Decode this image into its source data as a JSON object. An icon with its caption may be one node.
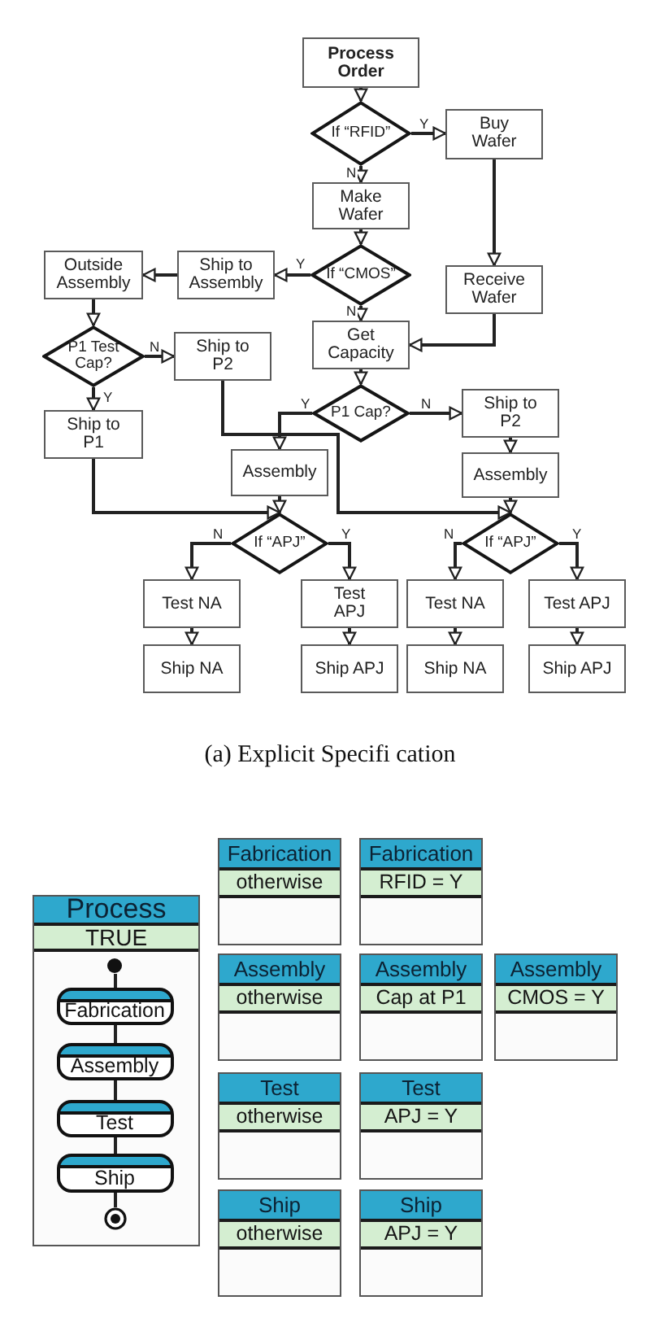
{
  "diagram": {
    "caption": "(a) Explicit Specifi cation",
    "nodes": [
      {
        "text": [
          "Process Order"
        ]
      },
      {
        "text": [
          "If “RFID”"
        ]
      },
      {
        "text": [
          "Buy Wafer"
        ]
      },
      {
        "text": [
          "Make Wafer"
        ]
      },
      {
        "text": [
          "If “CMOS”"
        ]
      },
      {
        "text": [
          "Receive Wafer"
        ]
      },
      {
        "text": [
          "Ship to Assembly"
        ]
      },
      {
        "text": [
          "Outside Assembly"
        ]
      },
      {
        "text": [
          "Get Capacity"
        ]
      },
      {
        "text": [
          "P1 Test Cap?"
        ]
      },
      {
        "text": [
          "Ship to P2"
        ]
      },
      {
        "text": [
          "P1 Cap?"
        ]
      },
      {
        "text": [
          "Ship to P2"
        ]
      },
      {
        "text": [
          "Ship to P1"
        ]
      },
      {
        "text": [
          "Assembly"
        ]
      },
      {
        "text": [
          "Assembly"
        ]
      },
      {
        "text": [
          "If “APJ”"
        ]
      },
      {
        "text": [
          "If “APJ”"
        ]
      },
      {
        "text": [
          "Test NA"
        ]
      },
      {
        "text": [
          "Test APJ"
        ]
      },
      {
        "text": [
          "Test NA"
        ]
      },
      {
        "text": [
          "Test APJ"
        ]
      },
      {
        "text": [
          "Ship NA"
        ]
      },
      {
        "text": [
          "Ship APJ"
        ]
      },
      {
        "text": [
          "Ship NA"
        ]
      },
      {
        "text": [
          "Ship APJ"
        ]
      },
      {
        "text": [
          "Process",
          "TRUE"
        ]
      },
      {
        "text": [],
        "shape": "circle",
        "in": 26
      },
      {
        "text": [
          "Fabrication"
        ],
        "in": 26
      },
      {
        "text": [
          "Assembly"
        ],
        "in": 26
      },
      {
        "text": [
          "Test"
        ],
        "in": 26
      },
      {
        "text": [
          "Ship"
        ],
        "in": 26
      },
      {
        "text": [],
        "shape": "circle",
        "in": 26
      },
      {
        "text": [
          "Fabrication",
          "otherwise"
        ]
      },
      {
        "text": [
          "Fabrication",
          "RFID = Y"
        ]
      },
      {
        "text": [
          "Assembly",
          "otherwise"
        ]
      },
      {
        "text": [
          "Assembly",
          "Cap at P1"
        ]
      },
      {
        "text": [
          "Assembly",
          "CMOS = Y"
        ]
      },
      {
        "text": [
          "Test",
          "otherwise"
        ]
      },
      {
        "text": [
          "Test",
          "APJ = Y"
        ]
      },
      {
        "text": [
          "Ship",
          "otherwise"
        ]
      },
      {
        "text": [
          "Ship",
          "APJ = Y"
        ]
      }
    ],
    "edges": [
      {
        "from": 0,
        "to": 1,
        "arrow": "to"
      },
      {
        "from": 1,
        "to": 2,
        "arrow": "to",
        "label": "Y"
      },
      {
        "from": 1,
        "to": 3,
        "arrow": "to",
        "label": "N"
      },
      {
        "from": 2,
        "to": 5,
        "arrow": "to"
      },
      {
        "from": 3,
        "to": 4,
        "arrow": "to"
      },
      {
        "from": 4,
        "to": 6,
        "arrow": "to",
        "label": "Y"
      },
      {
        "from": 4,
        "to": 8,
        "arrow": "to",
        "label": "N"
      },
      {
        "from": 5,
        "to": 8,
        "arrow": "to"
      },
      {
        "from": 6,
        "to": 7,
        "arrow": "to"
      },
      {
        "from": 7,
        "to": 9,
        "arrow": "to"
      },
      {
        "from": 9,
        "to": 10,
        "arrow": "to",
        "label": "N"
      },
      {
        "from": 9,
        "to": 13,
        "arrow": "to",
        "label": "Y"
      },
      {
        "from": 8,
        "to": 11,
        "arrow": "to"
      },
      {
        "from": 11,
        "to": 14,
        "arrow": "to",
        "label": "Y"
      },
      {
        "from": 11,
        "to": 12,
        "arrow": "to",
        "label": "N"
      },
      {
        "from": 12,
        "to": 15,
        "arrow": "to"
      },
      {
        "from": 10,
        "to": 17,
        "arrow": "to"
      },
      {
        "from": 13,
        "to": 16,
        "arrow": "to"
      },
      {
        "from": 14,
        "to": 16,
        "arrow": "to"
      },
      {
        "from": 15,
        "to": 17,
        "arrow": "to"
      },
      {
        "from": 16,
        "to": 18,
        "arrow": "to",
        "label": "N"
      },
      {
        "from": 16,
        "to": 19,
        "arrow": "to",
        "label": "Y"
      },
      {
        "from": 17,
        "to": 20,
        "arrow": "to",
        "label": "N"
      },
      {
        "from": 17,
        "to": 21,
        "arrow": "to",
        "label": "Y"
      },
      {
        "from": 18,
        "to": 22,
        "arrow": "to"
      },
      {
        "from": 19,
        "to": 23,
        "arrow": "to"
      },
      {
        "from": 20,
        "to": 24,
        "arrow": "to"
      },
      {
        "from": 21,
        "to": 25,
        "arrow": "to"
      },
      {
        "from": 27,
        "to": 28,
        "arrow": "none"
      },
      {
        "from": 28,
        "to": 29,
        "arrow": "none"
      },
      {
        "from": 29,
        "to": 30,
        "arrow": "none"
      },
      {
        "from": 30,
        "to": 31,
        "arrow": "none"
      },
      {
        "from": 31,
        "to": 32,
        "arrow": "none"
      }
    ]
  }
}
